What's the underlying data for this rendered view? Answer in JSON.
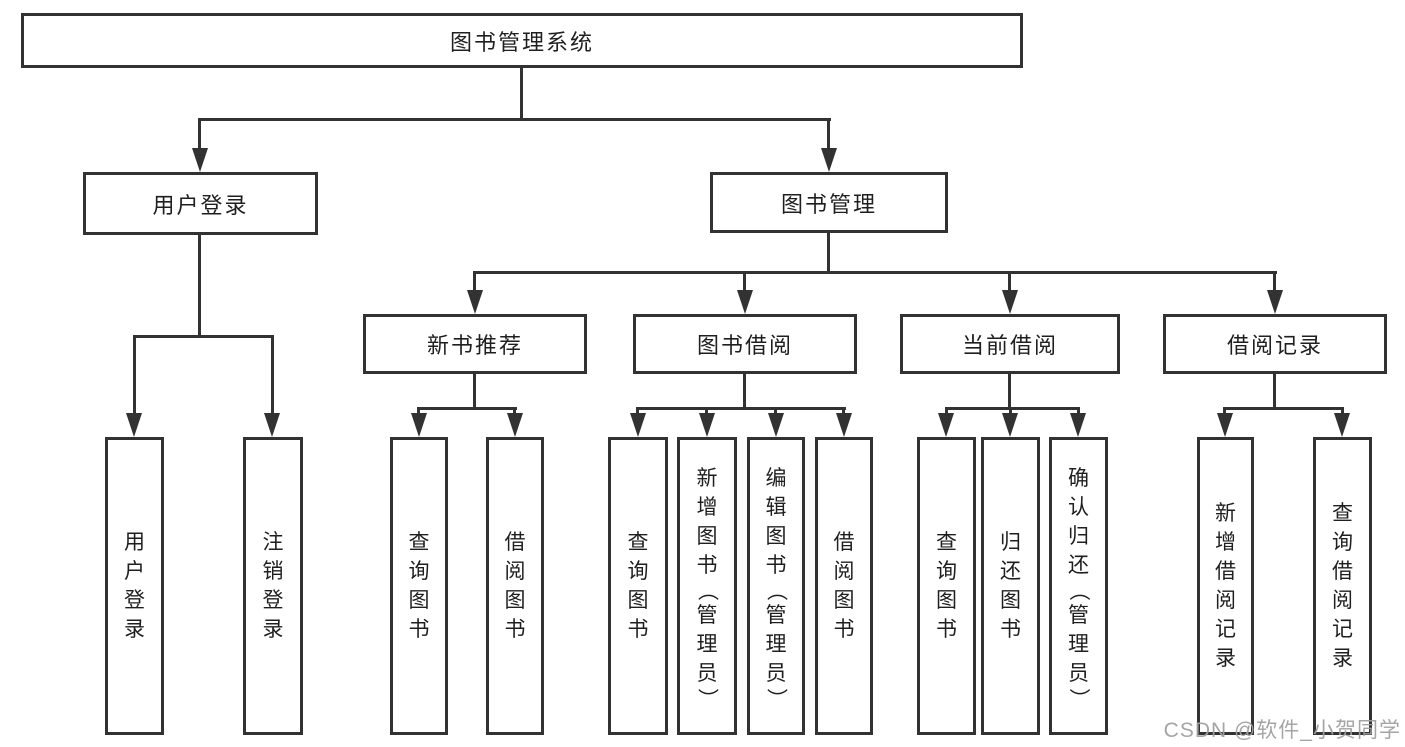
{
  "tree": {
    "root": {
      "label": "图书管理系统",
      "children": [
        {
          "label": "用户登录",
          "children": [
            {
              "label": "用户登录"
            },
            {
              "label": "注销登录"
            }
          ]
        },
        {
          "label": "图书管理",
          "children": [
            {
              "label": "新书推荐",
              "children": [
                {
                  "label": "查询图书"
                },
                {
                  "label": "借阅图书"
                }
              ]
            },
            {
              "label": "图书借阅",
              "children": [
                {
                  "label": "查询图书"
                },
                {
                  "label": "新增图书（管理员）"
                },
                {
                  "label": "编辑图书（管理员）"
                },
                {
                  "label": "借阅图书"
                }
              ]
            },
            {
              "label": "当前借阅",
              "children": [
                {
                  "label": "查询图书"
                },
                {
                  "label": "归还图书"
                },
                {
                  "label": "确认归还（管理员）"
                }
              ]
            },
            {
              "label": "借阅记录",
              "children": [
                {
                  "label": "新增借阅记录"
                },
                {
                  "label": "查询借阅记录"
                }
              ]
            }
          ]
        }
      ]
    }
  },
  "watermark": {
    "text": "CSDN @软件_小贺同学"
  },
  "colors": {
    "line": "#323232",
    "text": "#1f1f1f",
    "watermark": "#a0a0a0",
    "background": "#ffffff"
  }
}
